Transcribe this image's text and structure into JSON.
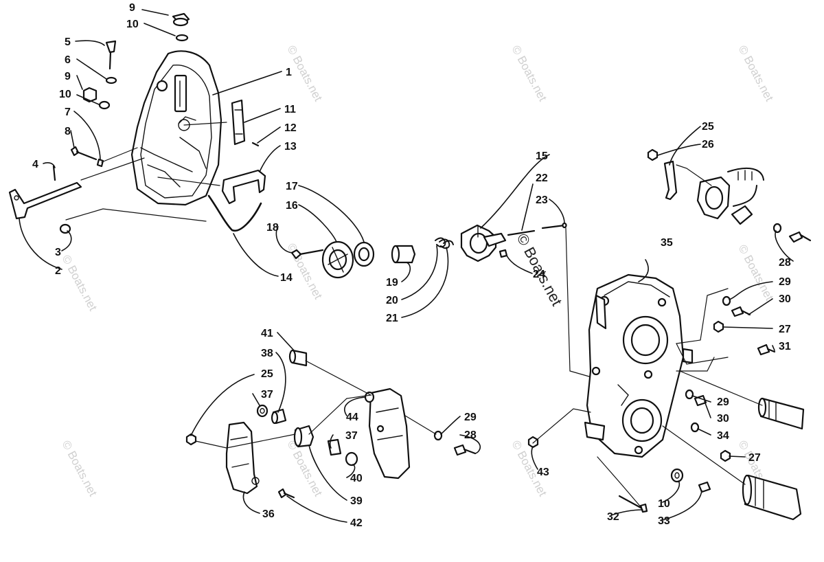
{
  "diagram": {
    "watermark": "© Boats.net",
    "parts": [
      {
        "id": "1",
        "label": "1"
      },
      {
        "id": "2",
        "label": "2"
      },
      {
        "id": "3",
        "label": "3"
      },
      {
        "id": "4",
        "label": "4"
      },
      {
        "id": "5",
        "label": "5"
      },
      {
        "id": "6",
        "label": "6"
      },
      {
        "id": "7",
        "label": "7"
      },
      {
        "id": "8",
        "label": "8"
      },
      {
        "id": "9a",
        "label": "9"
      },
      {
        "id": "9b",
        "label": "9"
      },
      {
        "id": "10a",
        "label": "10"
      },
      {
        "id": "10b",
        "label": "10"
      },
      {
        "id": "10c",
        "label": "10"
      },
      {
        "id": "11",
        "label": "11"
      },
      {
        "id": "12",
        "label": "12"
      },
      {
        "id": "13",
        "label": "13"
      },
      {
        "id": "14",
        "label": "14"
      },
      {
        "id": "15",
        "label": "15"
      },
      {
        "id": "16",
        "label": "16"
      },
      {
        "id": "17",
        "label": "17"
      },
      {
        "id": "18",
        "label": "18"
      },
      {
        "id": "19",
        "label": "19"
      },
      {
        "id": "20",
        "label": "20"
      },
      {
        "id": "21",
        "label": "21"
      },
      {
        "id": "22",
        "label": "22"
      },
      {
        "id": "23",
        "label": "23"
      },
      {
        "id": "24",
        "label": "24"
      },
      {
        "id": "25a",
        "label": "25"
      },
      {
        "id": "25b",
        "label": "25"
      },
      {
        "id": "26",
        "label": "26"
      },
      {
        "id": "27a",
        "label": "27"
      },
      {
        "id": "27b",
        "label": "27"
      },
      {
        "id": "28a",
        "label": "28"
      },
      {
        "id": "28b",
        "label": "28"
      },
      {
        "id": "29a",
        "label": "29"
      },
      {
        "id": "29b",
        "label": "29"
      },
      {
        "id": "29c",
        "label": "29"
      },
      {
        "id": "30a",
        "label": "30"
      },
      {
        "id": "30b",
        "label": "30"
      },
      {
        "id": "31",
        "label": "31"
      },
      {
        "id": "32",
        "label": "32"
      },
      {
        "id": "33",
        "label": "33"
      },
      {
        "id": "34",
        "label": "34"
      },
      {
        "id": "35",
        "label": "35"
      },
      {
        "id": "36",
        "label": "36"
      },
      {
        "id": "37a",
        "label": "37"
      },
      {
        "id": "37b",
        "label": "37"
      },
      {
        "id": "38",
        "label": "38"
      },
      {
        "id": "39",
        "label": "39"
      },
      {
        "id": "40",
        "label": "40"
      },
      {
        "id": "41",
        "label": "41"
      },
      {
        "id": "42",
        "label": "42"
      },
      {
        "id": "43",
        "label": "43"
      },
      {
        "id": "44",
        "label": "44"
      }
    ]
  }
}
